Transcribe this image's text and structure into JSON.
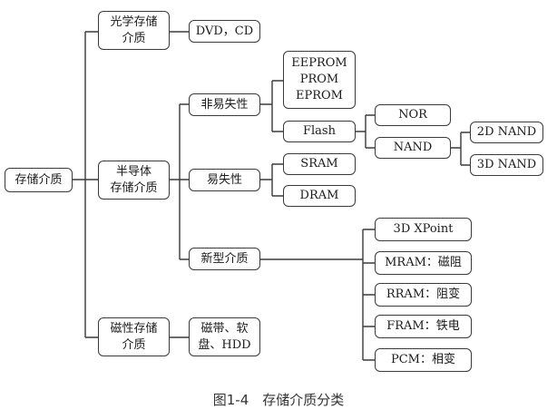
{
  "diagram": {
    "root": "存储介质",
    "optical": "光学存储\n介质",
    "optical_child": "DVD，CD",
    "semiconductor": "半导体\n存储介质",
    "nonvolatile": "非易失性",
    "eeprom_group": "EEPROM\nPROM\nEPROM",
    "flash": "Flash",
    "nor": "NOR",
    "nand": "NAND",
    "nand_2d": "2D NAND",
    "nand_3d": "3D NAND",
    "volatile": "易失性",
    "sram": "SRAM",
    "dram": "DRAM",
    "new_media": "新型介质",
    "xpoint": "3D XPoint",
    "mram": "MRAM：磁阻",
    "rram": "RRAM：阻变",
    "fram": "FRAM：铁电",
    "pcm": "PCM：相变",
    "magnetic": "磁性存储\n介质",
    "magnetic_child": "磁带、软\n盘、HDD"
  },
  "caption": "图1-4　存储介质分类"
}
